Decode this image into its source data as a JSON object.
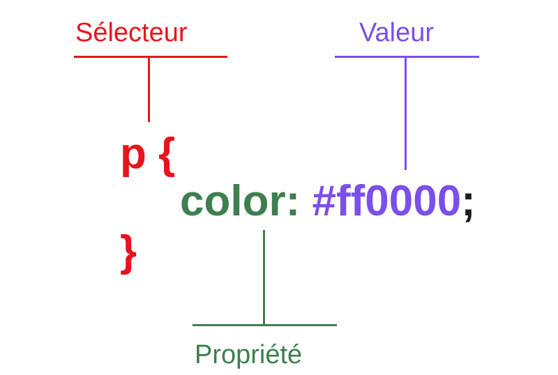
{
  "colors": {
    "selector": "#e8131c",
    "value": "#7b4fe8",
    "property": "#3d7f4e",
    "punctuation": "#1f1c24"
  },
  "labels": {
    "selector": "Sélecteur",
    "value": "Valeur",
    "property": "Propriété"
  },
  "code": {
    "selector_line": "p {",
    "property": "color:",
    "value": "#ff0000",
    "semicolon": ";",
    "closing_brace": "}"
  }
}
